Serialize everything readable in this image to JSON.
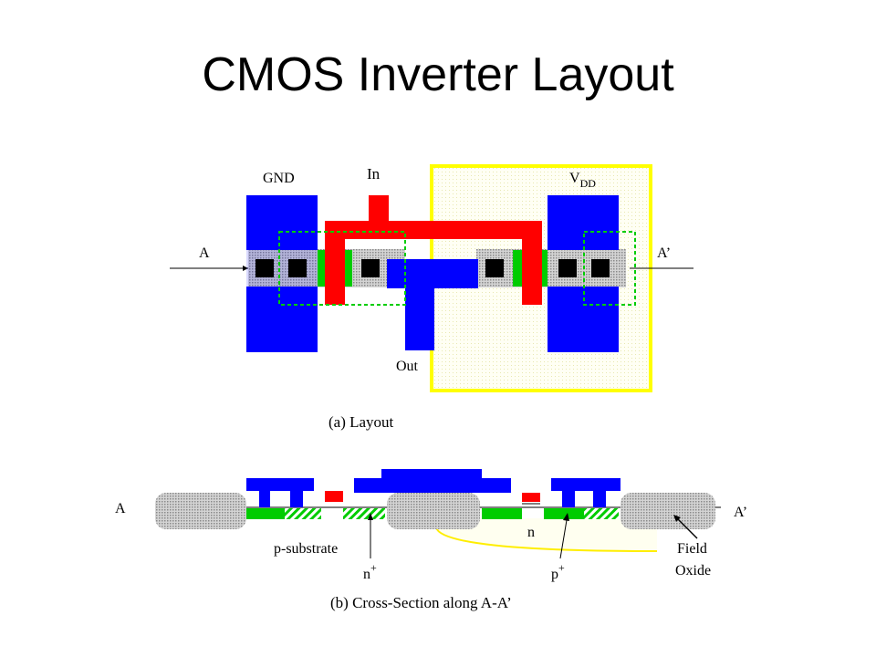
{
  "slide": {
    "title": "CMOS Inverter Layout"
  },
  "layout_view": {
    "labels": {
      "gnd": "GND",
      "in": "In",
      "vdd_main": "V",
      "vdd_sub": "DD",
      "a": "A",
      "a_prime": "A’",
      "out": "Out"
    },
    "caption": "(a) Layout"
  },
  "cross_section": {
    "labels": {
      "a": "A",
      "a_prime": "A’",
      "n": "n",
      "p_substrate": "p-substrate",
      "n_plus": "n",
      "n_plus_sup": "+",
      "p_plus": "p",
      "p_plus_sup": "+",
      "field": "Field",
      "oxide": "Oxide"
    },
    "caption": "(b) Cross-Section along A-A’"
  },
  "colors": {
    "metal": "#0000ff",
    "poly": "#ff0000",
    "active_green": "#00cc00",
    "nwell_yellow": "#ffff00",
    "nwell_fill": "#fffff0",
    "contact": "#000000",
    "select_dash": "#00cc00"
  }
}
